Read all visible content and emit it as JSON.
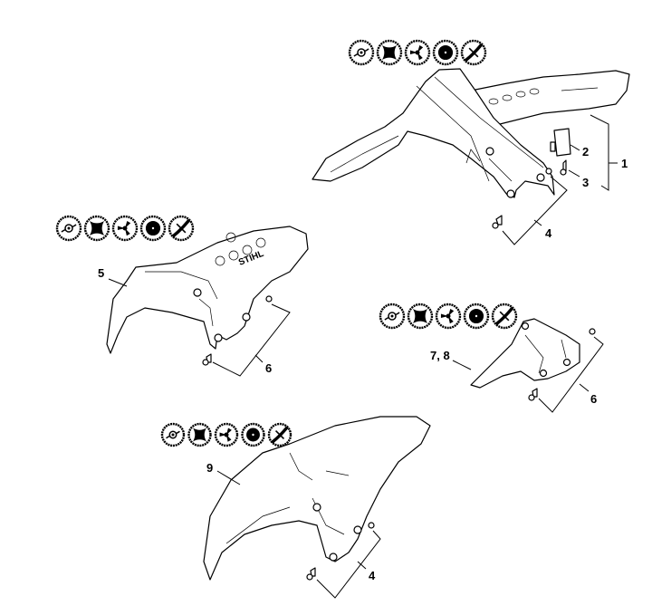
{
  "diagram": {
    "type": "exploded parts diagram - deflector guards",
    "logo_text": "STIHL",
    "colors": {
      "line": "#000000",
      "background": "#ffffff"
    },
    "icon_groups": [
      {
        "name": "group-top-right",
        "icons": [
          "trimmer-head-icon",
          "metal-blade-4-icon",
          "blade-3-icon",
          "saw-blade-icon",
          "blade-2-icon"
        ]
      },
      {
        "name": "group-left",
        "icons": [
          "trimmer-head-icon",
          "metal-blade-4-icon",
          "blade-3-icon",
          "saw-blade-icon",
          "blade-2-icon"
        ]
      },
      {
        "name": "group-mid-right",
        "icons": [
          "trimmer-head-icon",
          "metal-blade-4-icon",
          "blade-3-icon",
          "saw-blade-icon",
          "blade-2-icon"
        ]
      },
      {
        "name": "group-bottom",
        "icons": [
          "trimmer-head-icon",
          "metal-blade-4-icon",
          "blade-3-icon",
          "saw-blade-icon",
          "blade-2-icon"
        ]
      }
    ],
    "callouts": {
      "c1": "1",
      "c2": "2",
      "c3": "3",
      "c4a": "4",
      "c5": "5",
      "c6a": "6",
      "c78": "7, 8",
      "c6b": "6",
      "c9": "9",
      "c4b": "4"
    }
  }
}
